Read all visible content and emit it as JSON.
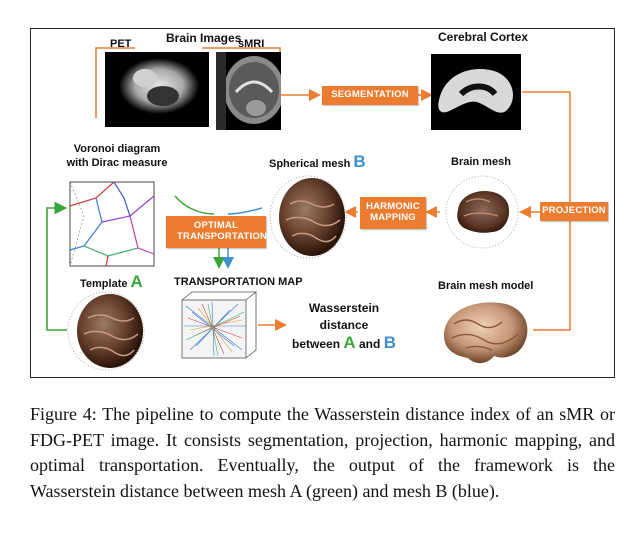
{
  "diagram": {
    "brain_images_label": "Brain Images",
    "pet_label": "PET",
    "smri_label": "sMRI",
    "cerebral_cortex_label": "Cerebral Cortex",
    "segmentation_box": "SEGMENTATION",
    "voronoi_label_line1": "Voronoi diagram",
    "voronoi_label_line2": "with Dirac measure",
    "spherical_mesh_label": "Spherical mesh",
    "spherical_mesh_letter": "B",
    "brain_mesh_label": "Brain mesh",
    "harmonic_mapping_box": "HARMONIC MAPPING",
    "projection_box": "PROJECTION",
    "optimal_transportation_box": "OPTIMAL TRANSPORTATION",
    "template_label": "Template",
    "template_letter": "A",
    "transportation_map_label": "TRANSPORTATION MAP",
    "brain_mesh_model_label": "Brain mesh model",
    "wasserstein_line1": "Wasserstein",
    "wasserstein_line2": "distance",
    "between_prefix": "between",
    "between_a": "A",
    "between_and": "and",
    "between_b": "B",
    "colors": {
      "accent_orange": "#ec7c30",
      "green_A": "#3aa63a",
      "blue_B": "#3f8fcf"
    }
  },
  "caption": {
    "prefix": "Figure 4:",
    "text": "The pipeline to compute the Wasserstein distance index of an sMR or FDG-PET image. It consists segmentation, projection, harmonic mapping, and optimal transportation. Eventually, the output of the framework is the Wasserstein distance between mesh A (green) and mesh B (blue)."
  }
}
